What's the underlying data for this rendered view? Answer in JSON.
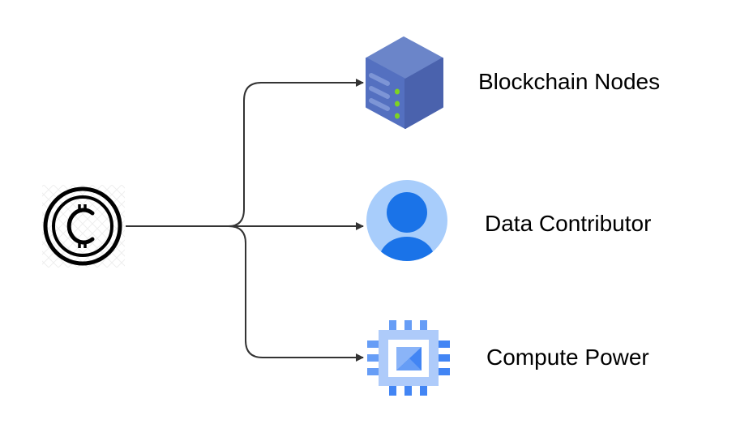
{
  "diagram": {
    "source": {
      "name": "crypto-coin",
      "icon": "coin-c-icon"
    },
    "targets": [
      {
        "label": "Blockchain Nodes",
        "icon": "server-icon"
      },
      {
        "label": "Data Contributor",
        "icon": "user-icon"
      },
      {
        "label": "Compute Power",
        "icon": "cpu-chip-icon"
      }
    ],
    "colors": {
      "connector": "#333333",
      "server_top": "#6b85c9",
      "server_front": "#5470c0",
      "server_side": "#4a62ad",
      "server_led": "#7ed321",
      "user_bg": "#a8cdfb",
      "user_fg": "#1a73e8",
      "chip_outer": "#aecbfa",
      "chip_pins": "#4285f4",
      "chip_core_light": "#8ab4f8",
      "chip_core_dark": "#4285f4",
      "coin": "#000000"
    }
  }
}
